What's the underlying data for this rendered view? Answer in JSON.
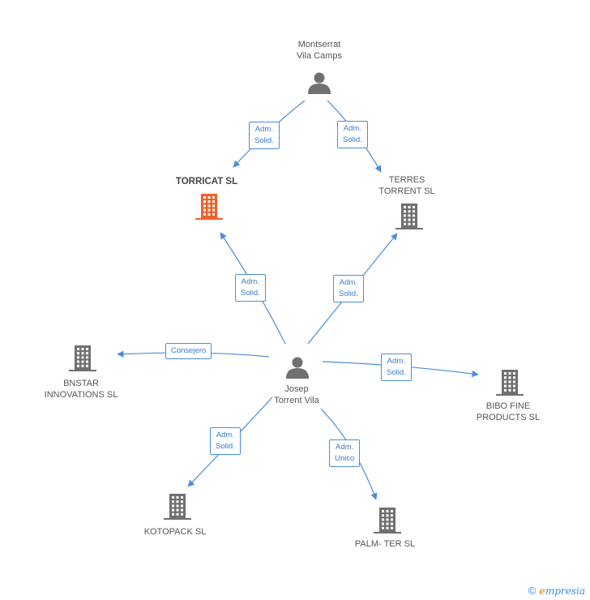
{
  "nodes": {
    "montserrat": {
      "label": [
        "Montserrat",
        "Vila Camps"
      ],
      "type": "person"
    },
    "josep": {
      "label": [
        "Josep",
        "Torrent Vila"
      ],
      "type": "person"
    },
    "torricat": {
      "label": [
        "TORRICAT SL"
      ],
      "type": "company",
      "focus": true
    },
    "terres": {
      "label": [
        "TERRES",
        "TORRENT SL"
      ],
      "type": "company"
    },
    "bnstar": {
      "label": [
        "BNSTAR",
        "INNOVATIONS SL"
      ],
      "type": "company"
    },
    "bibo": {
      "label": [
        "BIBO FINE",
        "PRODUCTS  SL"
      ],
      "type": "company"
    },
    "kotopack": {
      "label": [
        "KOTOPACK  SL"
      ],
      "type": "company"
    },
    "palmter": {
      "label": [
        "PALM- TER SL"
      ],
      "type": "company"
    }
  },
  "edges": {
    "montserrat_torricat": [
      "Adm.",
      "Solid."
    ],
    "montserrat_terres": [
      "Adm.",
      "Solid."
    ],
    "josep_torricat": [
      "Adm.",
      "Solid."
    ],
    "josep_terres": [
      "Adm.",
      "Solid."
    ],
    "josep_bnstar": [
      "Consejero"
    ],
    "josep_bibo": [
      "Adm.",
      "Solid."
    ],
    "josep_kotopack": [
      "Adm.",
      "Solid."
    ],
    "josep_palmter": [
      "Adm.",
      "Unico"
    ]
  },
  "colors": {
    "edge": "#4a8fd8",
    "icon": "#707070",
    "focus_icon": "#f0602a"
  },
  "brand": {
    "copyright": "©",
    "name_first": "e",
    "name_rest": "mpresia"
  }
}
